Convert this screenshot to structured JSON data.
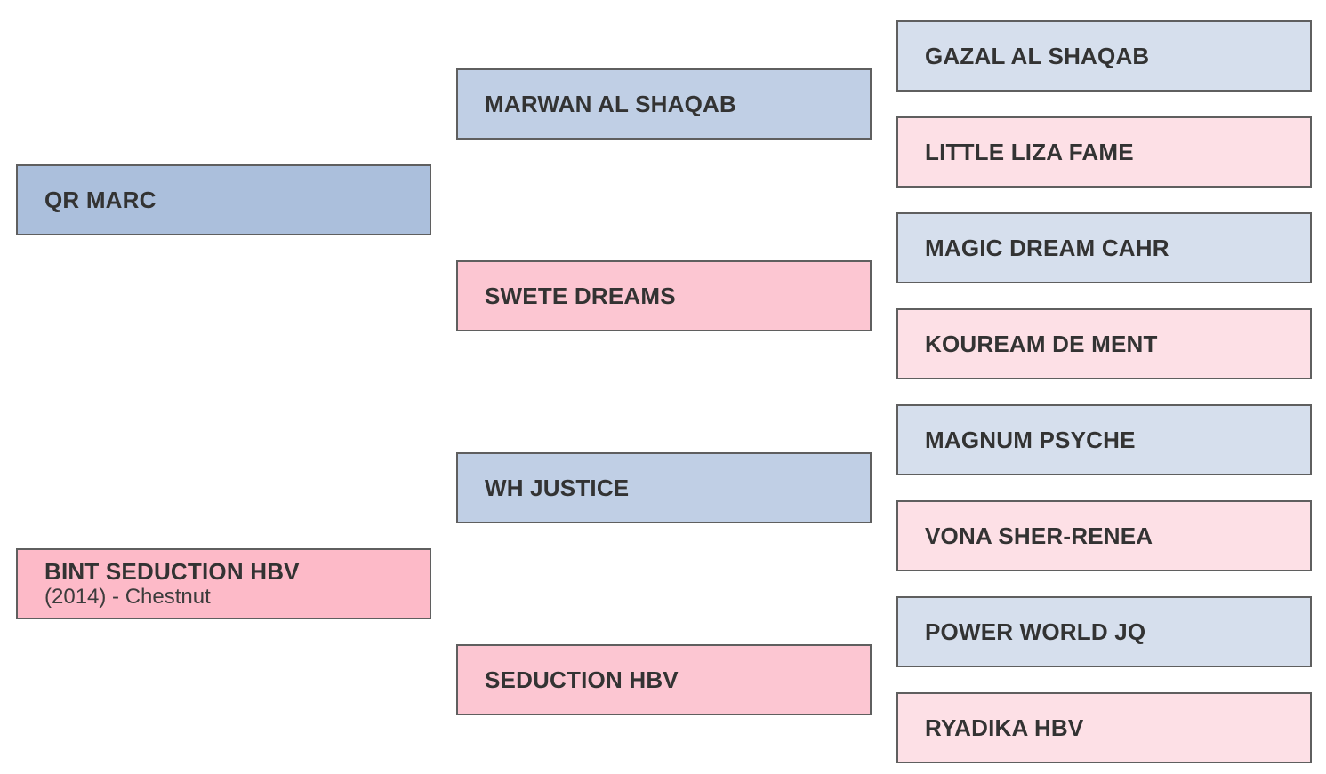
{
  "pedigree": {
    "sire": {
      "name": "QR MARC"
    },
    "dam": {
      "name": "BINT SEDUCTION HBV",
      "detail": "(2014) - Chestnut"
    },
    "sire_sire": {
      "name": "MARWAN AL SHAQAB"
    },
    "sire_dam": {
      "name": "SWETE DREAMS"
    },
    "dam_sire": {
      "name": "WH JUSTICE"
    },
    "dam_dam": {
      "name": "SEDUCTION HBV"
    },
    "sire_sire_sire": {
      "name": "GAZAL AL SHAQAB"
    },
    "sire_sire_dam": {
      "name": "LITTLE LIZA FAME"
    },
    "sire_dam_sire": {
      "name": "MAGIC DREAM CAHR"
    },
    "sire_dam_dam": {
      "name": "KOUREAM DE MENT"
    },
    "dam_sire_sire": {
      "name": "MAGNUM PSYCHE"
    },
    "dam_sire_dam": {
      "name": "VONA SHER-RENEA"
    },
    "dam_dam_sire": {
      "name": "POWER WORLD JQ"
    },
    "dam_dam_dam": {
      "name": "RYADIKA HBV"
    }
  },
  "colors": {
    "male_gen1": "#abbfdc",
    "female_gen1": "#fdbac8",
    "male_gen2": "#c0cfe5",
    "female_gen2": "#fcc6d2",
    "male_gen3": "#d6dfed",
    "female_gen3": "#fde0e6",
    "border": "#5f5f5f",
    "text": "#333333"
  }
}
